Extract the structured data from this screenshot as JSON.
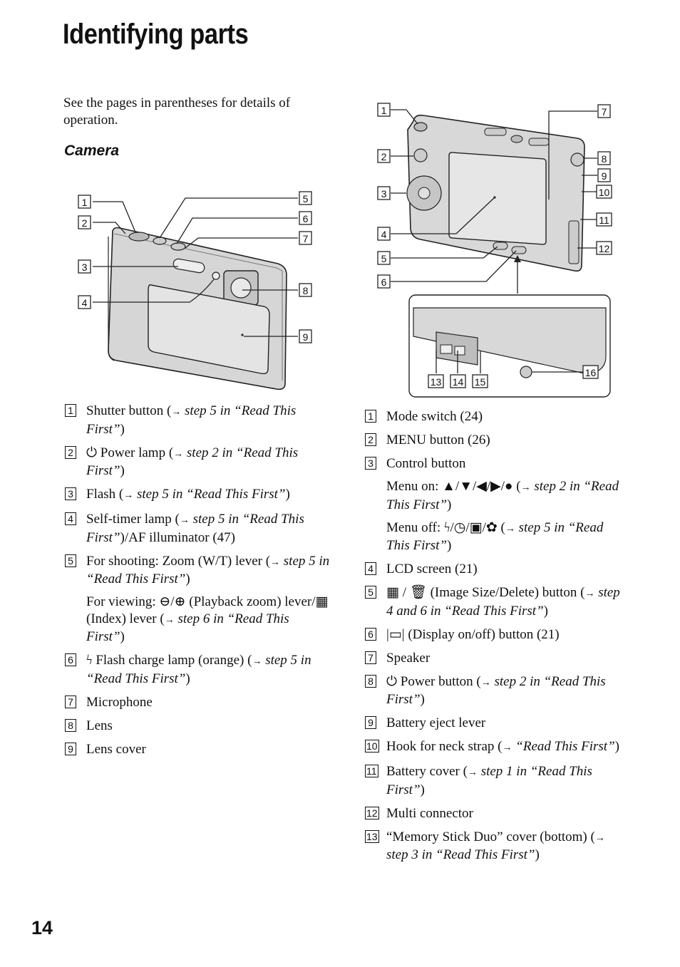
{
  "page": {
    "title": "Identifying parts",
    "intro": "See the pages in parentheses for details of operation.",
    "subheading": "Camera",
    "page_number": "14"
  },
  "front_figure": {
    "callouts": [
      "1",
      "2",
      "3",
      "4",
      "5",
      "6",
      "7",
      "8",
      "9"
    ]
  },
  "back_figure": {
    "callouts": [
      "1",
      "2",
      "3",
      "4",
      "5",
      "6",
      "7",
      "8",
      "9",
      "10",
      "11",
      "12",
      "13",
      "14",
      "15",
      "16"
    ]
  },
  "left_list": [
    {
      "num": "1",
      "text": "Shutter button (",
      "ref": "step 5 in “Read This First”",
      "tail": ")"
    },
    {
      "num": "2",
      "symbol": "⏻",
      "text": " Power lamp (",
      "ref": "step 2 in “Read This First”",
      "tail": ")"
    },
    {
      "num": "3",
      "text": "Flash (",
      "ref": "step 5 in “Read This First”",
      "tail": ")"
    },
    {
      "num": "4",
      "text": "Self-timer lamp (",
      "ref": "step 5 in “Read This First”",
      "tail": ")/AF illuminator (47)"
    },
    {
      "num": "5",
      "text": "For shooting: Zoom (W/T) lever (",
      "ref": "step 5 in “Read This First”",
      "tail": ")",
      "sub": {
        "text": "For viewing: ⊖/⊕ (Playback zoom) lever/▦ (Index) lever (",
        "ref": "step 6 in “Read This First”",
        "tail": ")"
      }
    },
    {
      "num": "6",
      "symbol": "ϟ",
      "text": " Flash charge lamp (orange) (",
      "ref": "step 5 in “Read This First”",
      "tail": ")"
    },
    {
      "num": "7",
      "text": "Microphone"
    },
    {
      "num": "8",
      "text": "Lens"
    },
    {
      "num": "9",
      "text": "Lens cover"
    }
  ],
  "right_list": [
    {
      "num": "1",
      "text": "Mode switch (24)"
    },
    {
      "num": "2",
      "text": "MENU button (26)"
    },
    {
      "num": "3",
      "text": "Control button",
      "subs": [
        {
          "text": "Menu on: ▲/▼/◀/▶/● (",
          "ref": "step 2 in “Read This First”",
          "tail": ")"
        },
        {
          "text": "Menu off: ϟ/◷/▣/✿ (",
          "ref": "step 5 in “Read This First”",
          "tail": ")"
        }
      ]
    },
    {
      "num": "4",
      "text": "LCD screen (21)"
    },
    {
      "num": "5",
      "symbol": "▦ / 🗑",
      "text": " (Image Size/Delete) button (",
      "ref": "step 4 and 6 in “Read This First”",
      "tail": ")"
    },
    {
      "num": "6",
      "symbol": "|▭|",
      "text": " (Display on/off) button (21)"
    },
    {
      "num": "7",
      "text": "Speaker"
    },
    {
      "num": "8",
      "symbol": "⏻",
      "text": " Power button (",
      "ref": "step 2 in “Read This First”",
      "tail": ")"
    },
    {
      "num": "9",
      "text": "Battery eject lever"
    },
    {
      "num": "10",
      "text": "Hook for neck strap (",
      "ref": "“Read This First”",
      "tail": ")"
    },
    {
      "num": "11",
      "text": "Battery cover (",
      "ref": "step 1 in “Read This First”",
      "tail": ")"
    },
    {
      "num": "12",
      "text": "Multi connector"
    },
    {
      "num": "13",
      "text": "“Memory Stick Duo” cover (bottom) (",
      "ref": "step 3 in “Read This First”",
      "tail": ")"
    }
  ],
  "arrow_glyph": "→"
}
